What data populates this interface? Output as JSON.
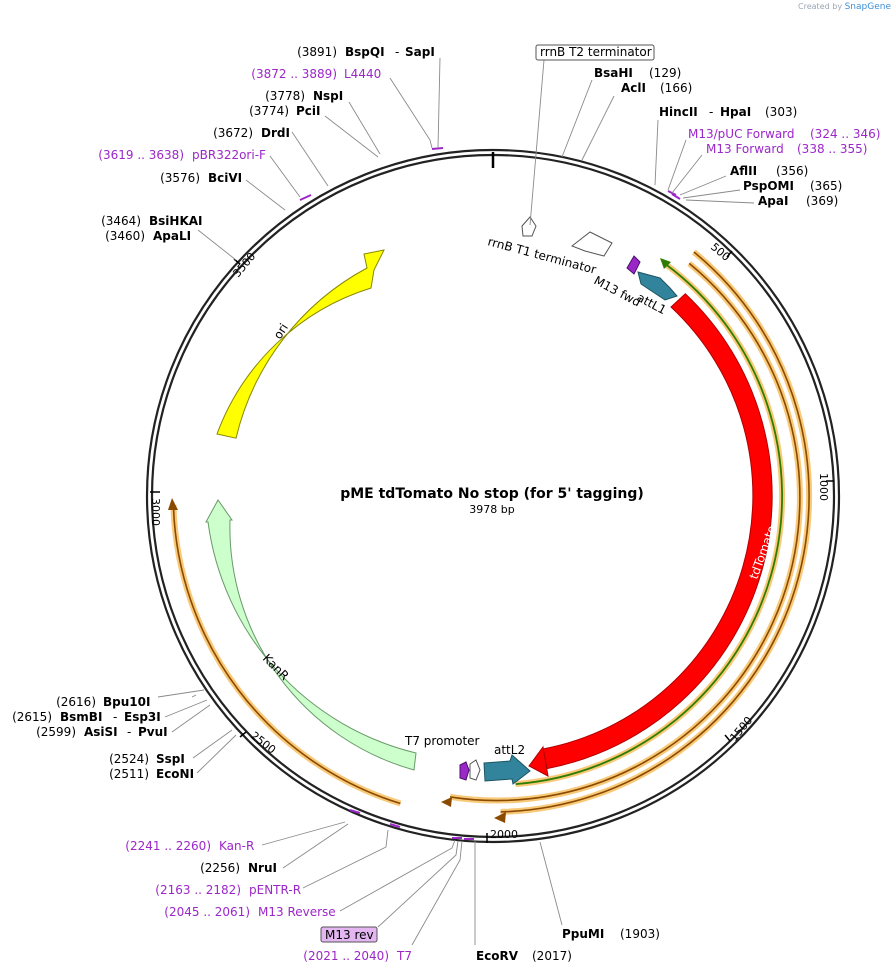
{
  "brand": {
    "created_by": "Created by",
    "name": "SnapGene"
  },
  "plasmid": {
    "name": "pME tdTomato No stop (for 5' tagging)",
    "length_label": "3978 bp"
  },
  "ticks": [
    "500",
    "1000",
    "1500",
    "2000",
    "2500",
    "3000",
    "3500"
  ],
  "sites_left": [
    {
      "pos": "(3891)",
      "name": "BspQI",
      "sep": "-",
      "name2": "SapI"
    },
    {
      "pos": "(3872 .. 3889)",
      "name": "L4440",
      "primer": true
    },
    {
      "pos": "(3778)",
      "name": "NspI"
    },
    {
      "pos": "(3774)",
      "name": "PciI"
    },
    {
      "pos": "(3672)",
      "name": "DrdI"
    },
    {
      "pos": "(3619 .. 3638)",
      "name": "pBR322ori-F",
      "primer": true
    },
    {
      "pos": "(3576)",
      "name": "BciVI"
    },
    {
      "pos": "(3464)",
      "name": "BsiHKAI"
    },
    {
      "pos": "(3460)",
      "name": "ApaLI"
    },
    {
      "pos": "(2616)",
      "name": "Bpu10I"
    },
    {
      "pos": "(2615)",
      "name": "BsmBI",
      "sep": "-",
      "name2": "Esp3I"
    },
    {
      "pos": "(2599)",
      "name": "AsiSI",
      "sep": "-",
      "name2": "PvuI"
    },
    {
      "pos": "(2524)",
      "name": "SspI"
    },
    {
      "pos": "(2511)",
      "name": "EcoNI"
    },
    {
      "pos": "(2241 .. 2260)",
      "name": "Kan-R",
      "primer": true
    },
    {
      "pos": "(2256)",
      "name": "NruI"
    },
    {
      "pos": "(2163 .. 2182)",
      "name": "pENTR-R",
      "primer": true
    },
    {
      "pos": "(2045 .. 2061)",
      "name": "M13 Reverse",
      "primer": true
    },
    {
      "name": "M13 rev",
      "boxed": true
    },
    {
      "pos": "(2021 .. 2040)",
      "name": "T7",
      "primer": true
    }
  ],
  "sites_right": [
    {
      "name": "rrnB T2 terminator",
      "boxed": true
    },
    {
      "name": "BsaHI",
      "pos": "(129)"
    },
    {
      "name": "AclI",
      "pos": "(166)"
    },
    {
      "name": "HincII",
      "sep": "-",
      "name2": "HpaI",
      "pos": "(303)"
    },
    {
      "name": "M13/pUC Forward",
      "pos": "(324 .. 346)",
      "primer": true
    },
    {
      "name": "M13 Forward",
      "pos": "(338 .. 355)",
      "primer": true
    },
    {
      "name": "AflII",
      "pos": "(356)"
    },
    {
      "name": "PspOMI",
      "pos": "(365)"
    },
    {
      "name": "ApaI",
      "pos": "(369)"
    },
    {
      "name": "PpuMI",
      "pos": "(1903)"
    },
    {
      "name": "EcoRV",
      "pos": "(2017)"
    }
  ],
  "features": {
    "rrnB_T1": "rrnB T1 terminator",
    "M13_fwd": "M13 fwd",
    "attL1": "attL1",
    "tdTomato": "tdTomato",
    "ori": "ori",
    "KanR": "KanR",
    "T7_promoter": "T7 promoter",
    "attL2": "attL2"
  },
  "colors": {
    "tdTomato": "#ff0000",
    "ori": "#ffff00",
    "KanR": "#ccffcc",
    "attL": "#31849b",
    "primer": "#9c27c9",
    "orf_orange": "#f9a825",
    "orf_green": "#2e7d00"
  }
}
